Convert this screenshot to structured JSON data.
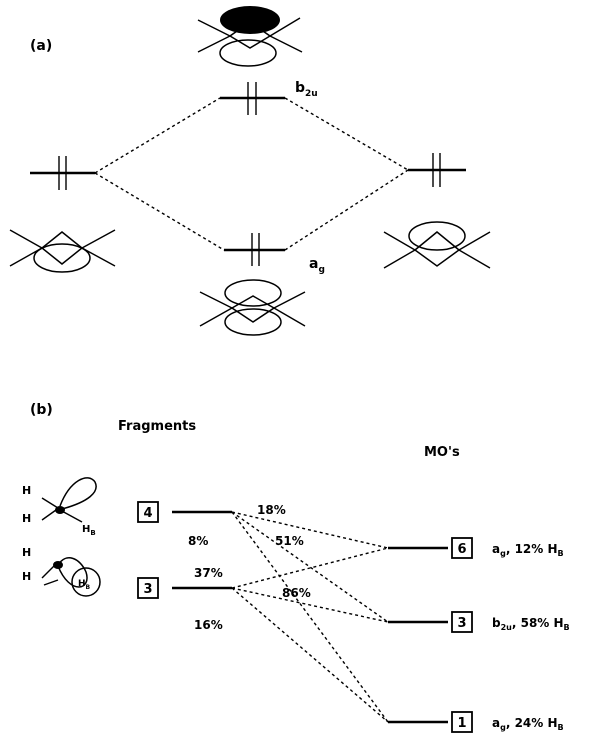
{
  "panel_a": {
    "label": "(a)",
    "upper_level": {
      "symmetry": "b",
      "subscript": "2u"
    },
    "lower_level": {
      "symmetry": "a",
      "subscript": "g"
    }
  },
  "panel_b": {
    "label": "(b)",
    "fragments_header": "Fragments",
    "mos_header": "MO's",
    "fragment_orbitals": [
      {
        "number": "4"
      },
      {
        "number": "3"
      }
    ],
    "molecular_orbitals": [
      {
        "number": "6",
        "symmetry": "a",
        "subscript": "g",
        "composition": ", 12% H",
        "atom_subscript": "B"
      },
      {
        "number": "3",
        "symmetry": "b",
        "subscript": "2u",
        "composition": ", 58% H",
        "atom_subscript": "B"
      },
      {
        "number": "1",
        "symmetry": "a",
        "subscript": "g",
        "composition": ", 24% H",
        "atom_subscript": "B"
      }
    ],
    "percent_labels": [
      "18%",
      "8%",
      "51%",
      "37%",
      "86%",
      "16%"
    ],
    "atoms": {
      "h": "H",
      "hb": "H",
      "hb_sub": "B"
    }
  }
}
